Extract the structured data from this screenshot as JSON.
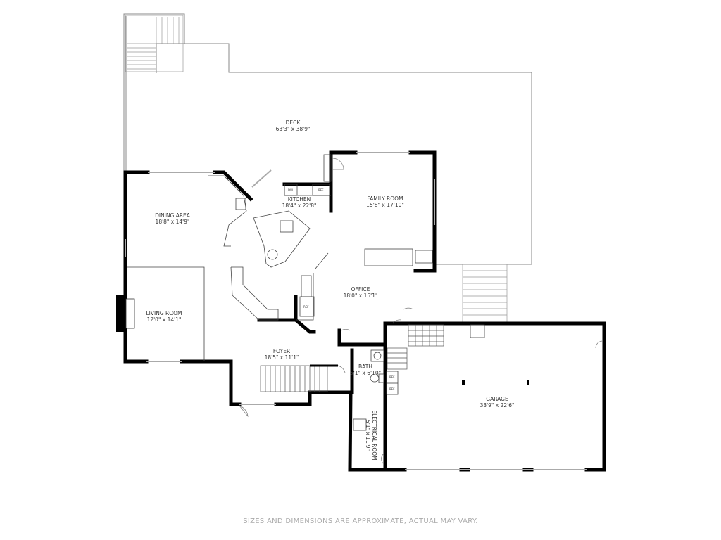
{
  "rooms": [
    {
      "name": "DECK",
      "dims": "63'3\" x 38'9\""
    },
    {
      "name": "DINING AREA",
      "dims": "18'8\" x 14'9\""
    },
    {
      "name": "KITCHEN",
      "dims": "18'4\" x 22'8\""
    },
    {
      "name": "FAMILY ROOM",
      "dims": "15'8\" x 17'10\""
    },
    {
      "name": "OFFICE",
      "dims": "18'0\" x 15'1\""
    },
    {
      "name": "LIVING ROOM",
      "dims": "12'0\" x 14'1\""
    },
    {
      "name": "FOYER",
      "dims": "18'5\" x 11'1\""
    },
    {
      "name": "BATH",
      "dims": "5'1\" x 6'10\""
    },
    {
      "name": "GARAGE",
      "dims": "33'9\" x 22'6\""
    },
    {
      "name": "ELECTRICAL ROOM",
      "dims": "5'1\" x 11'9\""
    }
  ],
  "appliances": {
    "dw": "DW",
    "ref": "REF"
  },
  "footer": "SIZES AND DIMENSIONS ARE APPROXIMATE, ACTUAL MAY VARY."
}
